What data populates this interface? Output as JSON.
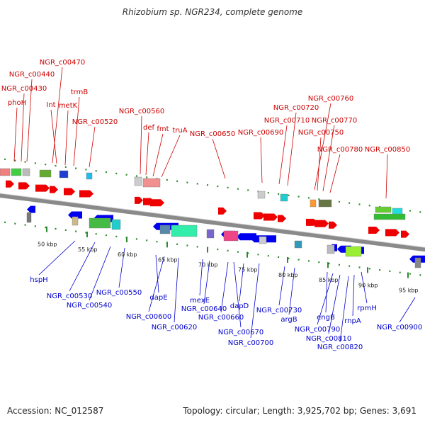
{
  "title": "Rhizobium sp. NGR234, complete genome",
  "footer": {
    "accession": "Accession: NC_012587",
    "info": "Topology: circular; Length: 3,925,702 bp; Genes: 3,691"
  },
  "colors": {
    "forward_label": "#cc0000",
    "reverse_label": "#0000cc",
    "forward_arrow": "#ee0000",
    "reverse_arrow": "#0000ee",
    "backbone": "#8a8a8a",
    "tick": "#2d8a2d"
  },
  "ruler": [
    "50 kbp",
    "55 kbp",
    "60 kbp",
    "65 kbp",
    "70 kbp",
    "75 kbp",
    "80 kbp",
    "85 kbp",
    "90 kbp",
    "95 kbp"
  ],
  "forward_labels": [
    "phoH",
    "NGR_c00430",
    "NGR_c00440",
    "NGR_c00470",
    "Int",
    "metK",
    "trmB",
    "NGR_c00520",
    "NGR_c00560",
    "def",
    "fmt",
    "truA",
    "NGR_c00650",
    "NGR_c00690",
    "NGR_c00720",
    "NGR_c00710",
    "NGR_c00760",
    "NGR_c00770",
    "NGR_c00750",
    "NGR_c00780",
    "NGR_c00850"
  ],
  "reverse_labels": [
    "hspH",
    "NGR_c00530",
    "NGR_c00540",
    "NGR_c00550",
    "dapE",
    "NGR_c00600",
    "NGR_c00620",
    "mexE",
    "NGR_c00640",
    "NGR_c00660",
    "dapD",
    "NGR_c00670",
    "NGR_c00700",
    "NGR_c00730",
    "argB",
    "engB",
    "NGR_c00790",
    "NGR_c00810",
    "NGR_c00820",
    "rnpA",
    "rpmH",
    "NGR_c00900"
  ]
}
